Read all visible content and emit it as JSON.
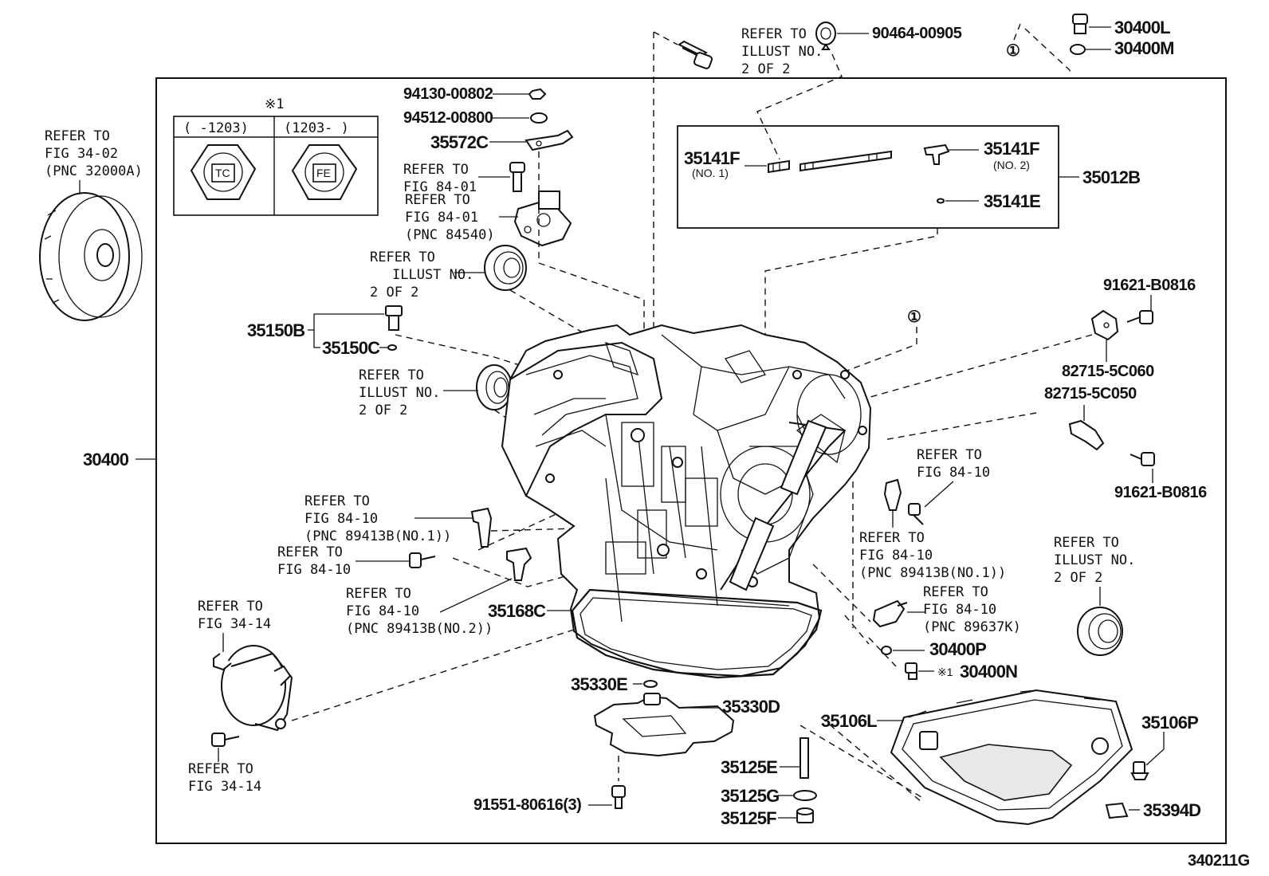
{
  "footer_code": "340211G",
  "note_symbol": "※1",
  "note_table": {
    "col1": "(   -1203)",
    "col2": "(1203-   )",
    "mark1": "TC",
    "mark2": "FE"
  },
  "circled_1": "①",
  "labels": {
    "torque_converter_ref": [
      "REFER TO",
      "FIG 34-02",
      "(PNC 32000A)"
    ],
    "illust_top_ref": [
      "REFER TO",
      "ILLUST NO.",
      "2 OF 2"
    ],
    "p90464": "90464-00905",
    "p30400L": "30400L",
    "p30400M": "30400M",
    "p94130": "94130-00802",
    "p94512": "94512-00800",
    "p35572C": "35572C",
    "fig8401_a": [
      "REFER TO",
      "FIG 84-01"
    ],
    "fig8401_b": [
      "REFER TO",
      "FIG 84-01",
      "(PNC 84540)"
    ],
    "p35141F_1": "35141F",
    "p35141F_1_sub": "(NO. 1)",
    "p35141F_2": "35141F",
    "p35141F_2_sub": "(NO. 2)",
    "p35141E": "35141E",
    "p35012B": "35012B",
    "illust_mid1": [
      "REFER TO",
      "ILLUST NO.",
      "2 OF 2"
    ],
    "p35150B": "35150B",
    "p35150C": "35150C",
    "illust_mid2": [
      "REFER TO",
      "ILLUST NO.",
      "2 OF 2"
    ],
    "p30400": "30400",
    "p91621_top": "91621-B0816",
    "p82715_060": "82715-5C060",
    "p82715_050": "82715-5C050",
    "p91621_bot": "91621-B0816",
    "fig8410_right1": [
      "REFER TO",
      "FIG 84-10"
    ],
    "fig8410_right2": [
      "REFER TO",
      "FIG 84-10",
      "(PNC 89413B(NO.1))"
    ],
    "illust_right": [
      "REFER TO",
      "ILLUST NO.",
      "2 OF 2"
    ],
    "fig8410_left1": [
      "REFER TO",
      "FIG 84-10",
      "(PNC 89413B(NO.1))"
    ],
    "fig8410_left2": [
      "REFER TO",
      "FIG 84-10"
    ],
    "fig8410_left3": [
      "REFER TO",
      "FIG 84-10",
      "(PNC 89413B(NO.2))"
    ],
    "p35168C": "35168C",
    "fig8410_right3": [
      "REFER TO",
      "FIG 84-10",
      "(PNC 89637K)"
    ],
    "p30400P": "30400P",
    "p30400N_sym": "※1",
    "p30400N": "30400N",
    "fig3414_top": [
      "REFER TO",
      "FIG 34-14"
    ],
    "fig3414_bot": [
      "REFER TO",
      "FIG 34-14"
    ],
    "p35330E": "35330E",
    "p35330D": "35330D",
    "p35106L": "35106L",
    "p35106P": "35106P",
    "p35125E": "35125E",
    "p35125G": "35125G",
    "p35125F": "35125F",
    "p35394D": "35394D",
    "p91551": "91551-80616(3)"
  }
}
